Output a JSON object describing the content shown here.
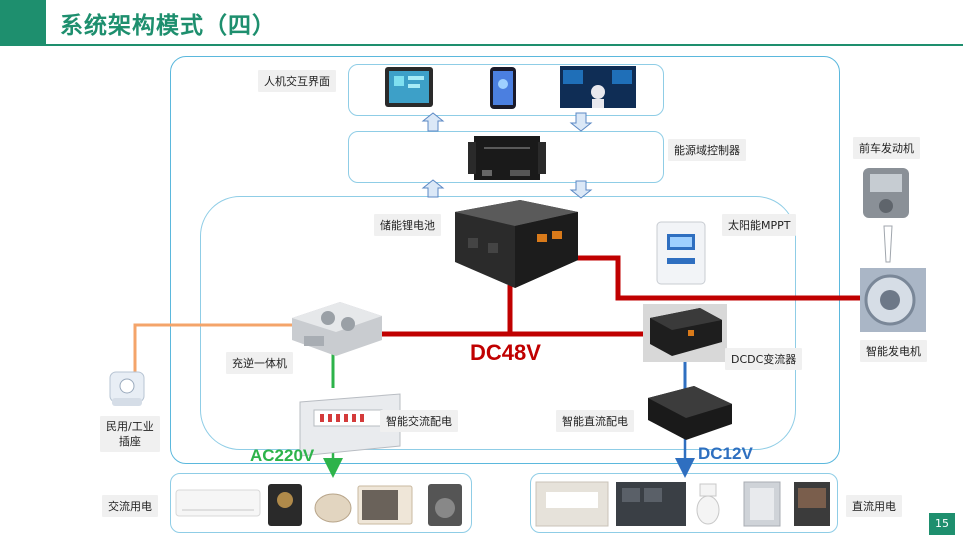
{
  "header": {
    "title": "系统架构模式（四）"
  },
  "labels": {
    "hmi": "人机交互界面",
    "controller": "能源域控制器",
    "battery": "储能锂电池",
    "solar": "太阳能MPPT",
    "engine": "前车发动机",
    "inverter": "充逆一体机",
    "dcdc": "DCDC变流器",
    "alternator": "智能发电机",
    "ac_dist": "智能交流配电",
    "dc_dist": "智能直流配电",
    "socket": "民用/工业\n插座",
    "ac_load": "交流用电",
    "dc_load": "直流用电"
  },
  "voltages": {
    "dc48": "DC48V",
    "ac220": "AC220V",
    "dc12": "DC12V"
  },
  "page_number": "15",
  "colors": {
    "brand": "#1e8f6e",
    "dc48": "#c00000",
    "ac220": "#2db34a",
    "dc12": "#2f6fc0",
    "socket_line": "#f4a46a",
    "frame": "#5bb8dd"
  }
}
